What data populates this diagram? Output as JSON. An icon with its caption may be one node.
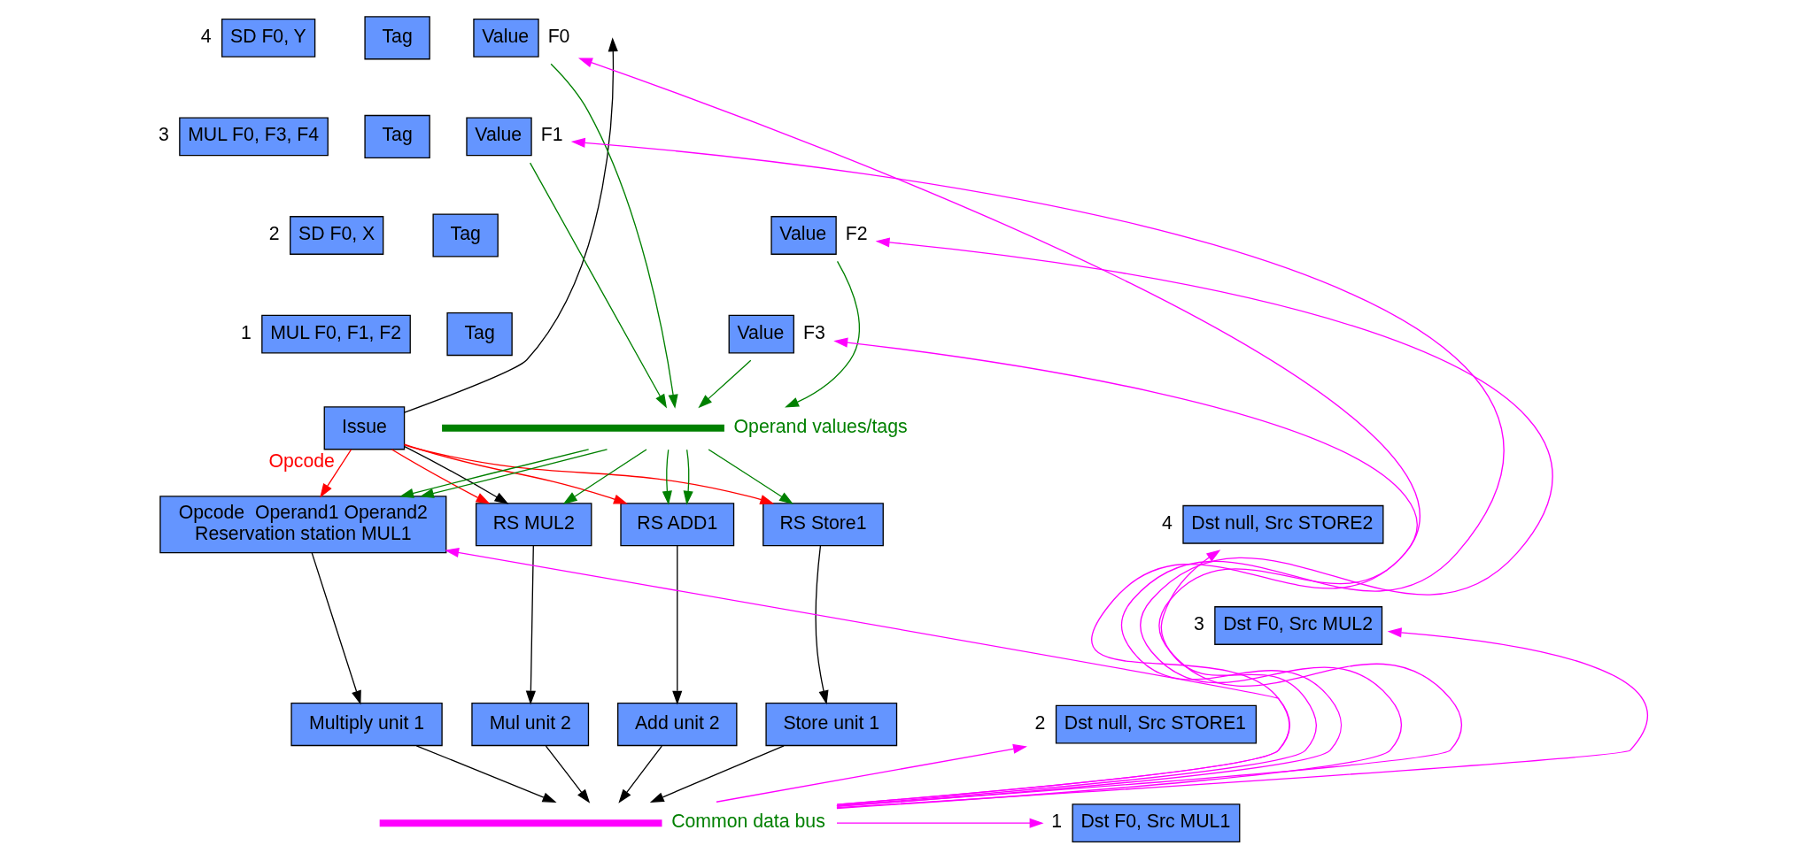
{
  "diagram": {
    "nodes": [
      {
        "text": [
          "SD F0, Y"
        ],
        "beside": [
          "4"
        ]
      },
      {
        "text": [
          "MUL F0, F3, F4"
        ],
        "beside": [
          "3"
        ]
      },
      {
        "text": [
          "SD F0, X"
        ],
        "beside": [
          "2"
        ]
      },
      {
        "text": [
          "MUL F0, F1, F2"
        ],
        "beside": [
          "1"
        ]
      },
      {
        "text": [
          "Issue"
        ]
      },
      {
        "text": [
          "Tag"
        ]
      },
      {
        "text": [
          "Value"
        ],
        "beside": [
          "F0"
        ]
      },
      {
        "text": [
          "Tag"
        ]
      },
      {
        "text": [
          "Value"
        ],
        "beside": [
          "F1"
        ]
      },
      {
        "text": [
          "Tag"
        ]
      },
      {
        "text": [
          "Value"
        ],
        "beside": [
          "F2"
        ]
      },
      {
        "text": [
          "Tag"
        ]
      },
      {
        "text": [
          "Value"
        ],
        "beside": [
          "F3"
        ]
      },
      {
        "text": [],
        "shape": "bar",
        "beside": [
          "Operand values/tags"
        ]
      },
      {
        "text": [
          "Opcode  Operand1 Operand2",
          "Reservation station MUL1"
        ]
      },
      {
        "text": [
          "RS MUL2"
        ]
      },
      {
        "text": [
          "RS ADD1"
        ]
      },
      {
        "text": [
          "RS Store1"
        ]
      },
      {
        "text": [
          "Multiply unit 1"
        ]
      },
      {
        "text": [
          "Mul unit 2"
        ]
      },
      {
        "text": [
          "Add unit 2"
        ]
      },
      {
        "text": [
          "Store unit 1"
        ]
      },
      {
        "text": [
          "Dst null, Src STORE2"
        ],
        "beside": [
          "4"
        ]
      },
      {
        "text": [
          "Dst F0, Src MUL2"
        ],
        "beside": [
          "3"
        ]
      },
      {
        "text": [
          "Dst null, Src STORE1"
        ],
        "beside": [
          "2"
        ]
      },
      {
        "text": [
          "Dst F0, Src MUL1"
        ],
        "beside": [
          "1"
        ]
      },
      {
        "text": [],
        "shape": "bar",
        "beside": [
          "Common data bus"
        ]
      }
    ],
    "edges": [
      {
        "from": 4,
        "to": null,
        "arrow": "to"
      },
      {
        "from": 4,
        "to": 14,
        "arrow": "to",
        "label": "Opcode",
        "color": "#ff0000"
      },
      {
        "from": 4,
        "to": 15,
        "arrow": "to",
        "color": "#ff0000"
      },
      {
        "from": 4,
        "to": 16,
        "arrow": "to",
        "color": "#ff0000"
      },
      {
        "from": 4,
        "to": 17,
        "arrow": "to",
        "color": "#ff0000"
      },
      {
        "from": 4,
        "to": 15,
        "arrow": "to"
      },
      {
        "from": 6,
        "to": 13,
        "arrow": "to",
        "color": "#008000"
      },
      {
        "from": 8,
        "to": 13,
        "arrow": "to",
        "color": "#008000"
      },
      {
        "from": 10,
        "to": 13,
        "arrow": "to",
        "color": "#008000"
      },
      {
        "from": 12,
        "to": 13,
        "arrow": "to",
        "color": "#008000"
      },
      {
        "from": 13,
        "to": 14,
        "arrow": "to",
        "color": "#008000"
      },
      {
        "from": 13,
        "to": 14,
        "arrow": "to",
        "color": "#008000"
      },
      {
        "from": 13,
        "to": 15,
        "arrow": "to",
        "color": "#008000"
      },
      {
        "from": 13,
        "to": 16,
        "arrow": "to",
        "color": "#008000"
      },
      {
        "from": 13,
        "to": 16,
        "arrow": "to",
        "color": "#008000"
      },
      {
        "from": 13,
        "to": 17,
        "arrow": "to",
        "color": "#008000"
      },
      {
        "from": 14,
        "to": 18,
        "arrow": "to"
      },
      {
        "from": 15,
        "to": 19,
        "arrow": "to"
      },
      {
        "from": 16,
        "to": 20,
        "arrow": "to"
      },
      {
        "from": 17,
        "to": 21,
        "arrow": "to"
      },
      {
        "from": 18,
        "to": 26,
        "arrow": "to"
      },
      {
        "from": 19,
        "to": 26,
        "arrow": "to"
      },
      {
        "from": 20,
        "to": 26,
        "arrow": "to"
      },
      {
        "from": 21,
        "to": 26,
        "arrow": "to"
      },
      {
        "from": 26,
        "to": 6,
        "arrow": "to",
        "color": "#ff00ff"
      },
      {
        "from": 26,
        "to": 8,
        "arrow": "to",
        "color": "#ff00ff"
      },
      {
        "from": 26,
        "to": 10,
        "arrow": "to",
        "color": "#ff00ff"
      },
      {
        "from": 26,
        "to": 12,
        "arrow": "to",
        "color": "#ff00ff"
      },
      {
        "from": 26,
        "to": 14,
        "arrow": "to",
        "color": "#ff00ff"
      },
      {
        "from": 26,
        "to": 22,
        "arrow": "to",
        "color": "#ff00ff"
      },
      {
        "from": 26,
        "to": 23,
        "arrow": "to",
        "color": "#ff00ff"
      },
      {
        "from": 26,
        "to": 24,
        "arrow": "to",
        "color": "#ff00ff"
      },
      {
        "from": 26,
        "to": 25,
        "arrow": "to",
        "color": "#ff00ff"
      }
    ]
  }
}
